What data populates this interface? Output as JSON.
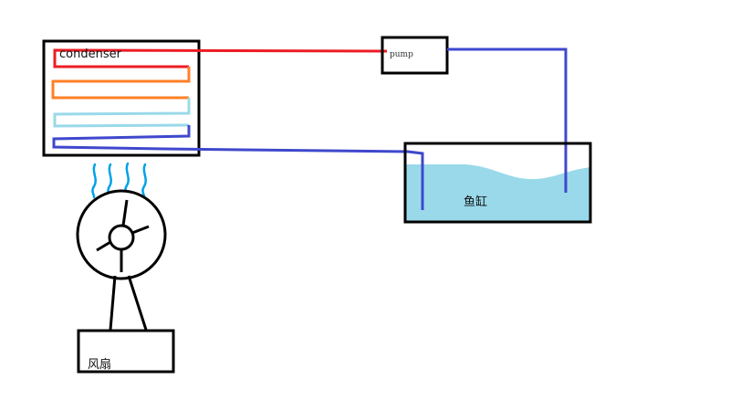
{
  "diagram": {
    "title": "Fish tank water cooling loop",
    "components": {
      "condenser": {
        "label": "condenser"
      },
      "pump": {
        "label": "pump"
      },
      "tank": {
        "label": "鱼缸"
      },
      "fan": {
        "label": "风扇"
      }
    },
    "colors": {
      "outline": "#000000",
      "pipe_hot": "#ed1c24",
      "pipe_warm": "#ff7f27",
      "pipe_cool": "#99d9ea",
      "pipe_cold": "#3f48cc",
      "water": "#99d9ea",
      "airflow": "#00a2e8"
    },
    "connections": [
      {
        "from": "pump",
        "to": "condenser",
        "color": "pipe_hot"
      },
      {
        "from": "tank",
        "to": "pump",
        "color": "pipe_cold"
      },
      {
        "from": "condenser",
        "to": "tank",
        "color": "pipe_cold"
      }
    ]
  }
}
